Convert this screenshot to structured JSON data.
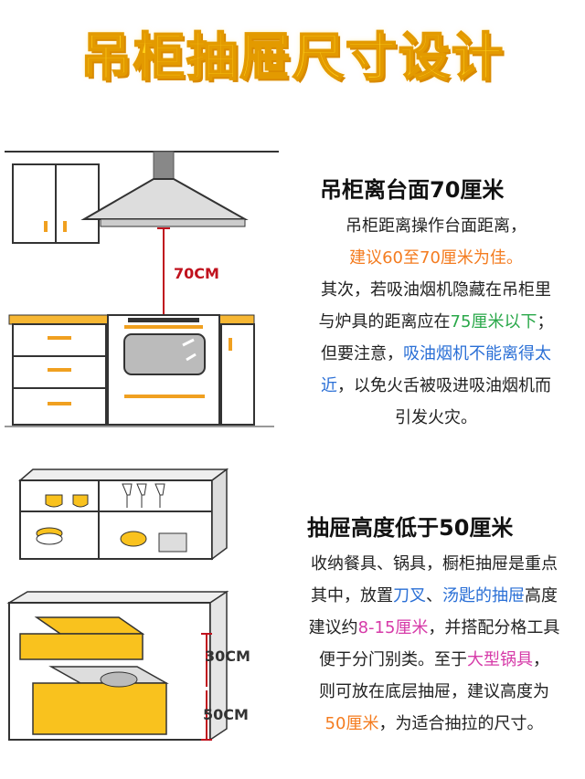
{
  "title": "吊柜抽屉尺寸设计",
  "section1": {
    "heading": "吊柜离台面70厘米",
    "dim_label": "70CM",
    "lines": [
      [
        {
          "t": "吊柜距离操作台面距离，",
          "c": ""
        }
      ],
      [
        {
          "t": "建议60至70厘米为佳。",
          "c": "orange"
        }
      ],
      [
        {
          "t": "其次，若吸油烟机隐藏在吊柜里",
          "c": ""
        }
      ],
      [
        {
          "t": "与炉具的距离应在",
          "c": ""
        },
        {
          "t": "75厘米以下",
          "c": "green"
        },
        {
          "t": "；",
          "c": ""
        }
      ],
      [
        {
          "t": "但要注意，",
          "c": ""
        },
        {
          "t": "吸油烟机不能离得太",
          "c": "blue"
        }
      ],
      [
        {
          "t": "近",
          "c": "blue"
        },
        {
          "t": "，以免火舌被吸进吸油烟机而",
          "c": ""
        }
      ],
      [
        {
          "t": "引发火灾。",
          "c": ""
        }
      ]
    ]
  },
  "section2": {
    "heading": "抽屉高度低于50厘米",
    "dim_label_top": "30CM",
    "dim_label_bottom": "50CM",
    "lines": [
      [
        {
          "t": "收纳餐具、锅具，橱柜抽屉是重点",
          "c": ""
        }
      ],
      [
        {
          "t": "其中，放置",
          "c": ""
        },
        {
          "t": "刀叉",
          "c": "blue"
        },
        {
          "t": "、",
          "c": ""
        },
        {
          "t": "汤匙的抽屉",
          "c": "blue"
        },
        {
          "t": "高度",
          "c": ""
        }
      ],
      [
        {
          "t": "建议约",
          "c": ""
        },
        {
          "t": "8-15厘米",
          "c": "pink"
        },
        {
          "t": "，并搭配分格工具",
          "c": ""
        }
      ],
      [
        {
          "t": "便于分门别类。至于",
          "c": ""
        },
        {
          "t": "大型锅具",
          "c": "pink"
        },
        {
          "t": "，",
          "c": ""
        }
      ],
      [
        {
          "t": "则可放在底层抽屉，建议高度为",
          "c": ""
        }
      ],
      [
        {
          "t": "50厘米",
          "c": "orange"
        },
        {
          "t": "，为适合抽拉的尺寸。",
          "c": ""
        }
      ]
    ]
  },
  "colors": {
    "title_fill": "#ffd21a",
    "orange": "#f47c20",
    "green": "#2aa84a",
    "blue": "#2a6fd6",
    "pink": "#d63aa8",
    "dim_line": "#c0121e",
    "cabinet_yellow": "#f7b733",
    "drawer_yellow": "#f9c21e"
  }
}
